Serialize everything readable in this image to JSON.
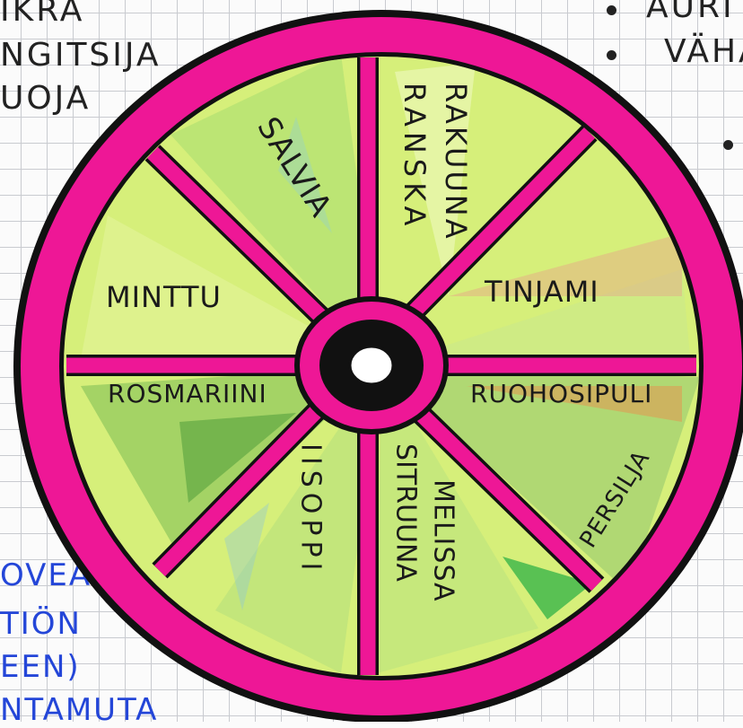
{
  "left_notes": [
    "IKRA",
    "NGITSIJA",
    "UOJA"
  ],
  "right_notes": [
    "AURI",
    "VÄHA"
  ],
  "blue_notes": [
    "OVEA",
    "TIÖN",
    "EEN)",
    "NTAMUTA"
  ],
  "wheel": {
    "herbs": {
      "salvia": "SALVIA",
      "ranska": "RANSKA",
      "rakuuna": "RAKUUNA",
      "minttu": "MINTTU",
      "timjami": "TINJAMI",
      "rosmariini": "ROSMARIINI",
      "ruohosipuli": "RUOHOSIPULI",
      "persilja": "PERSILJA",
      "iisoppi": "IISOPPI",
      "sitruuna": "SITRUUNA",
      "melissa": "MELISSA"
    }
  },
  "colors": {
    "wheel_magenta": "#ee1796",
    "outline": "#111111",
    "segment_green": "#d6ef7a",
    "blue_ink": "#2446d8"
  }
}
